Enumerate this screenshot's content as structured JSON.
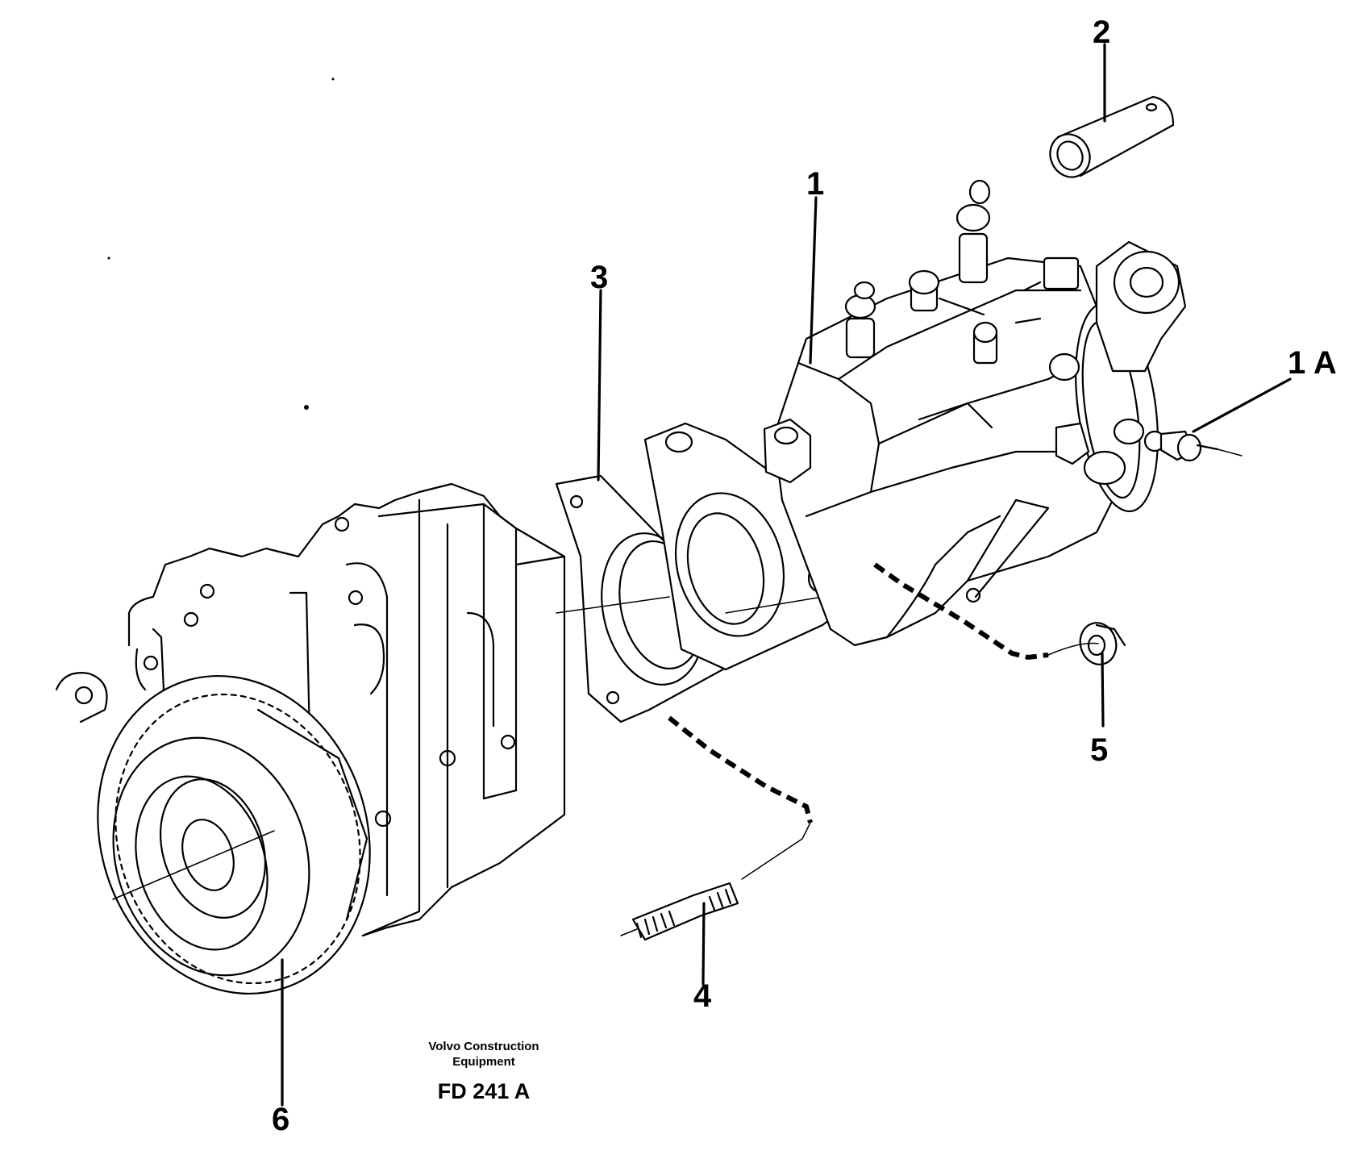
{
  "callouts": {
    "c1": "1",
    "c1a": "1 A",
    "c2": "2",
    "c3": "3",
    "c4": "4",
    "c5": "5",
    "c6": "6"
  },
  "caption": {
    "company_line1": "Volvo Construction",
    "company_line2": "Equipment",
    "figure_code": "FD 241 A"
  }
}
